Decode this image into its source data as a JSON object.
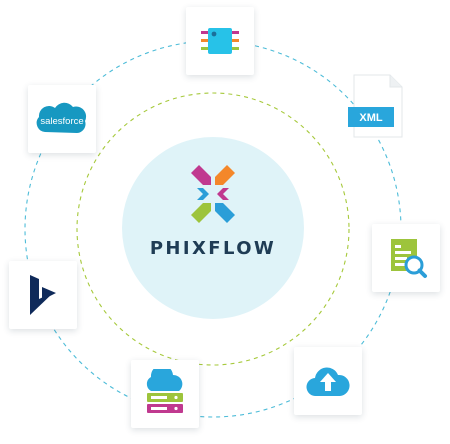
{
  "center": {
    "brand": "PHIXFLOW",
    "colors": {
      "hub": "#dff3f8",
      "brand_text": "#1f3c55",
      "magenta": "#c0398f",
      "orange": "#f4872a",
      "lime": "#9dc43c",
      "blue": "#2b9ed8"
    }
  },
  "rings": {
    "outer": {
      "style": "dashed",
      "color": "#4dbcd8"
    },
    "inner": {
      "style": "dashed",
      "color": "#a6c93b"
    }
  },
  "integrations": [
    {
      "id": "chip",
      "icon": "microchip-icon"
    },
    {
      "id": "xml",
      "icon": "xml-file-icon",
      "label": "XML"
    },
    {
      "id": "doc-search",
      "icon": "document-search-icon"
    },
    {
      "id": "cloud-upload",
      "icon": "cloud-upload-icon"
    },
    {
      "id": "cloud-server",
      "icon": "cloud-server-icon"
    },
    {
      "id": "dynamics",
      "icon": "dynamics-logo-icon"
    },
    {
      "id": "salesforce",
      "icon": "salesforce-logo-icon",
      "label": "salesforce"
    }
  ]
}
